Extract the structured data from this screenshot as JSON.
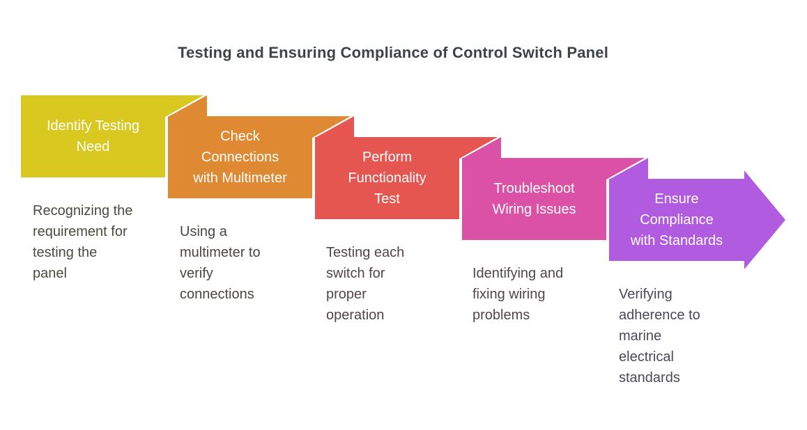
{
  "title": "Testing and Ensuring Compliance of Control Switch Panel",
  "steps": [
    {
      "label": "Identify Testing\nNeed",
      "description": "Recognizing the\nrequirement for\ntesting the\npanel",
      "color": "#d9c81f",
      "desc_color": "#4b4a3e"
    },
    {
      "label": "Check\nConnections\nwith Multimeter",
      "description": "Using a\nmultimeter to\nverify\nconnections",
      "color": "#df8a33",
      "desc_color": "#4a4542"
    },
    {
      "label": "Perform\nFunctionality\nTest",
      "description": "Testing each\nswitch for\nproper\noperation",
      "color": "#e4564f",
      "desc_color": "#53434b"
    },
    {
      "label": "Troubleshoot\nWiring Issues",
      "description": "Identifying and\nfixing wiring\nproblems",
      "color": "#da51a5",
      "desc_color": "#514549"
    },
    {
      "label": "Ensure\nCompliance\nwith Standards",
      "description": "Verifying\nadherence to\nmarine\nelectrical\nstandards",
      "color": "#b15ce0",
      "desc_color": "#4c4759"
    }
  ]
}
